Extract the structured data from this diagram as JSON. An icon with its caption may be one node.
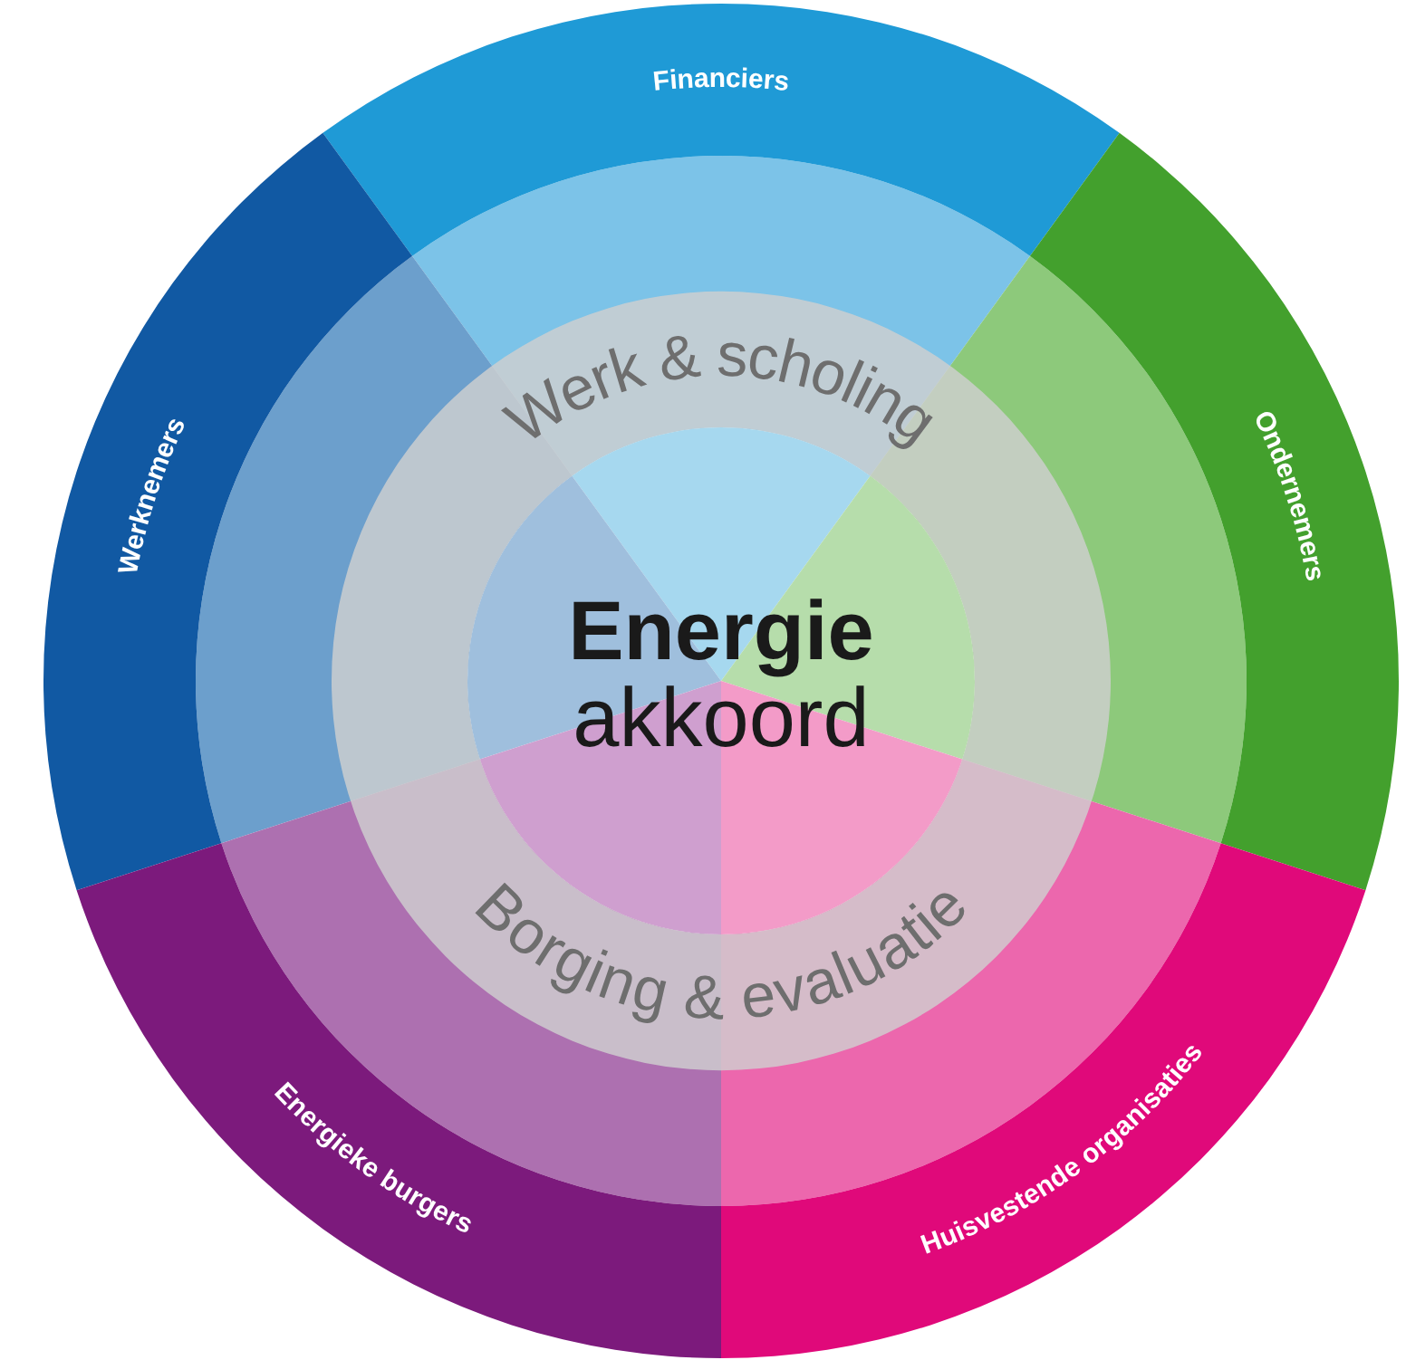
{
  "diagram": {
    "nodes": [
      {
        "text": [
          "Financiers"
        ]
      },
      {
        "text": [
          "Werknemers"
        ]
      },
      {
        "text": [
          "Ondernemers"
        ]
      },
      {
        "text": [
          "Werk & scholing",
          "Borging & evaluatie"
        ]
      },
      {
        "text": [
          "Energie",
          "akkoord"
        ],
        "in": 3
      },
      {
        "text": [
          "Energieke burgers"
        ]
      },
      {
        "text": [
          "Huisvestende organisaties"
        ]
      }
    ]
  }
}
